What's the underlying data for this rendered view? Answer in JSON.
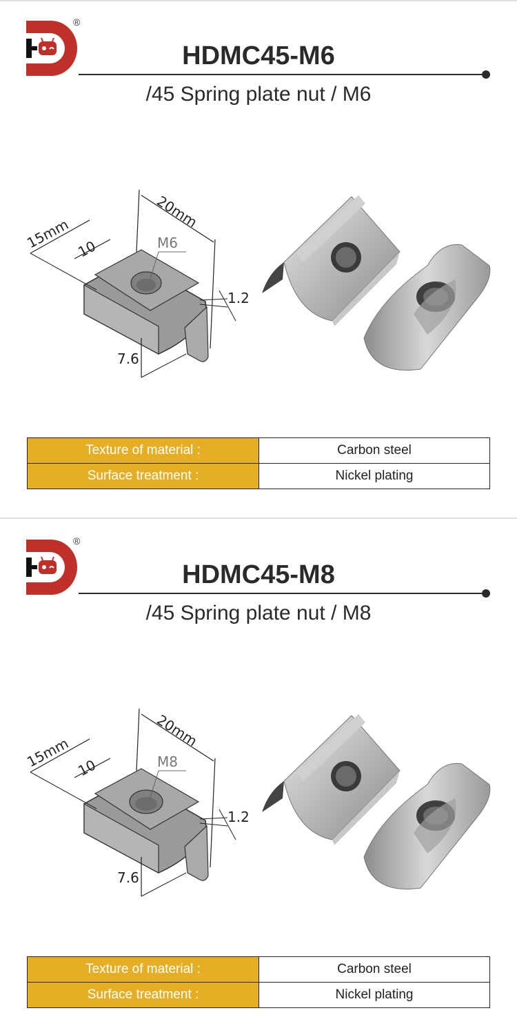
{
  "brand": {
    "logo_letters": "HD",
    "registered_mark": "®",
    "colors": {
      "red": "#c0302a",
      "black": "#111111",
      "accent_gold": "#e6ae24",
      "text": "#2a2a2a"
    }
  },
  "products": [
    {
      "model": "HDMC45-M6",
      "subtitle": "/45 Spring plate nut / M6",
      "drawing": {
        "thread": "M6",
        "width_total": "15mm",
        "width_top": "10",
        "length": "20mm",
        "plate_thickness": "1.2",
        "height": "7.6"
      },
      "specs": [
        {
          "label": "Texture of material :",
          "value": "Carbon steel"
        },
        {
          "label": "Surface treatment :",
          "value": "Nickel plating"
        }
      ]
    },
    {
      "model": "HDMC45-M8",
      "subtitle": "/45 Spring plate nut / M8",
      "drawing": {
        "thread": "M8",
        "width_total": "15mm",
        "width_top": "10",
        "length": "20mm",
        "plate_thickness": "1.2",
        "height": "7.6"
      },
      "specs": [
        {
          "label": "Texture of material :",
          "value": "Carbon steel"
        },
        {
          "label": "Surface treatment :",
          "value": "Nickel plating"
        }
      ]
    }
  ]
}
